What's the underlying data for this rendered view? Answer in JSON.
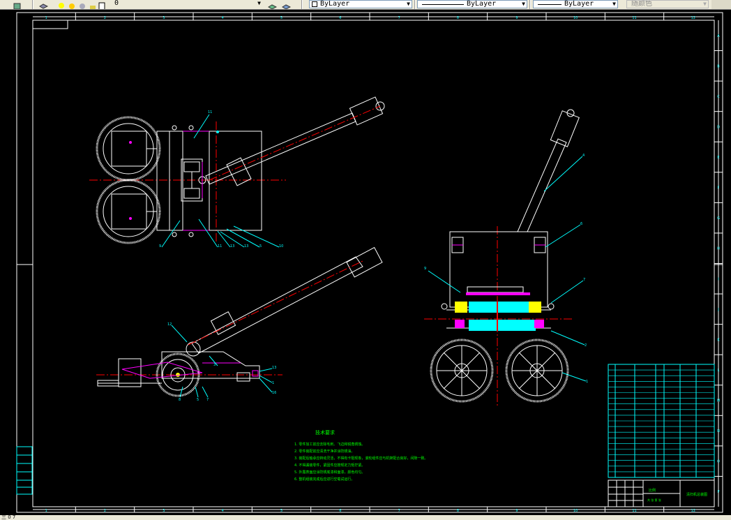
{
  "toolbar": {
    "layer_value": "0",
    "color_value": "ByLayer",
    "linetype_value": "ByLayer",
    "lineweight_value": "ByLayer",
    "plotstyle_value": "随颜色"
  },
  "frame": {
    "top_columns": [
      "1",
      "2",
      "3",
      "4",
      "5",
      "6",
      "7",
      "8",
      "9",
      "10",
      "11",
      "12"
    ],
    "right_rows": [
      "A",
      "B",
      "C",
      "D",
      "E",
      "F",
      "G",
      "H",
      "I",
      "J",
      "K",
      "L",
      "M",
      "N",
      "O",
      "P"
    ]
  },
  "notes": {
    "heading": "技术要求",
    "lines": [
      "1. 零件加工前应去除毛刺、飞边和锐角锈蚀。",
      "2. 零件装配前应清洗干净并涂防锈油。",
      "3. 装配后轴承应转动灵活，不得有卡阻现象，滚轮组件应与机架配合良好，间隙一致。",
      "4. 不得漏装零件，紧固件应按规定力矩拧紧。",
      "5. 外露表面应涂防锈底漆和面漆，颜色均匀。",
      "6. 整机组装完成后应进行空载试运行。"
    ]
  },
  "title_block": {
    "drawing_name": "清扫机总装图",
    "scale_label": "比例",
    "sheet_label": "共 张 第 张"
  },
  "status": {
    "text": "三 0 7"
  },
  "colors": {
    "background": "#000000",
    "white": "#ffffff",
    "red": "#ff0000",
    "magenta": "#ff00ff",
    "cyan": "#00ffff",
    "yellow": "#ffff00",
    "green": "#00ff00"
  }
}
